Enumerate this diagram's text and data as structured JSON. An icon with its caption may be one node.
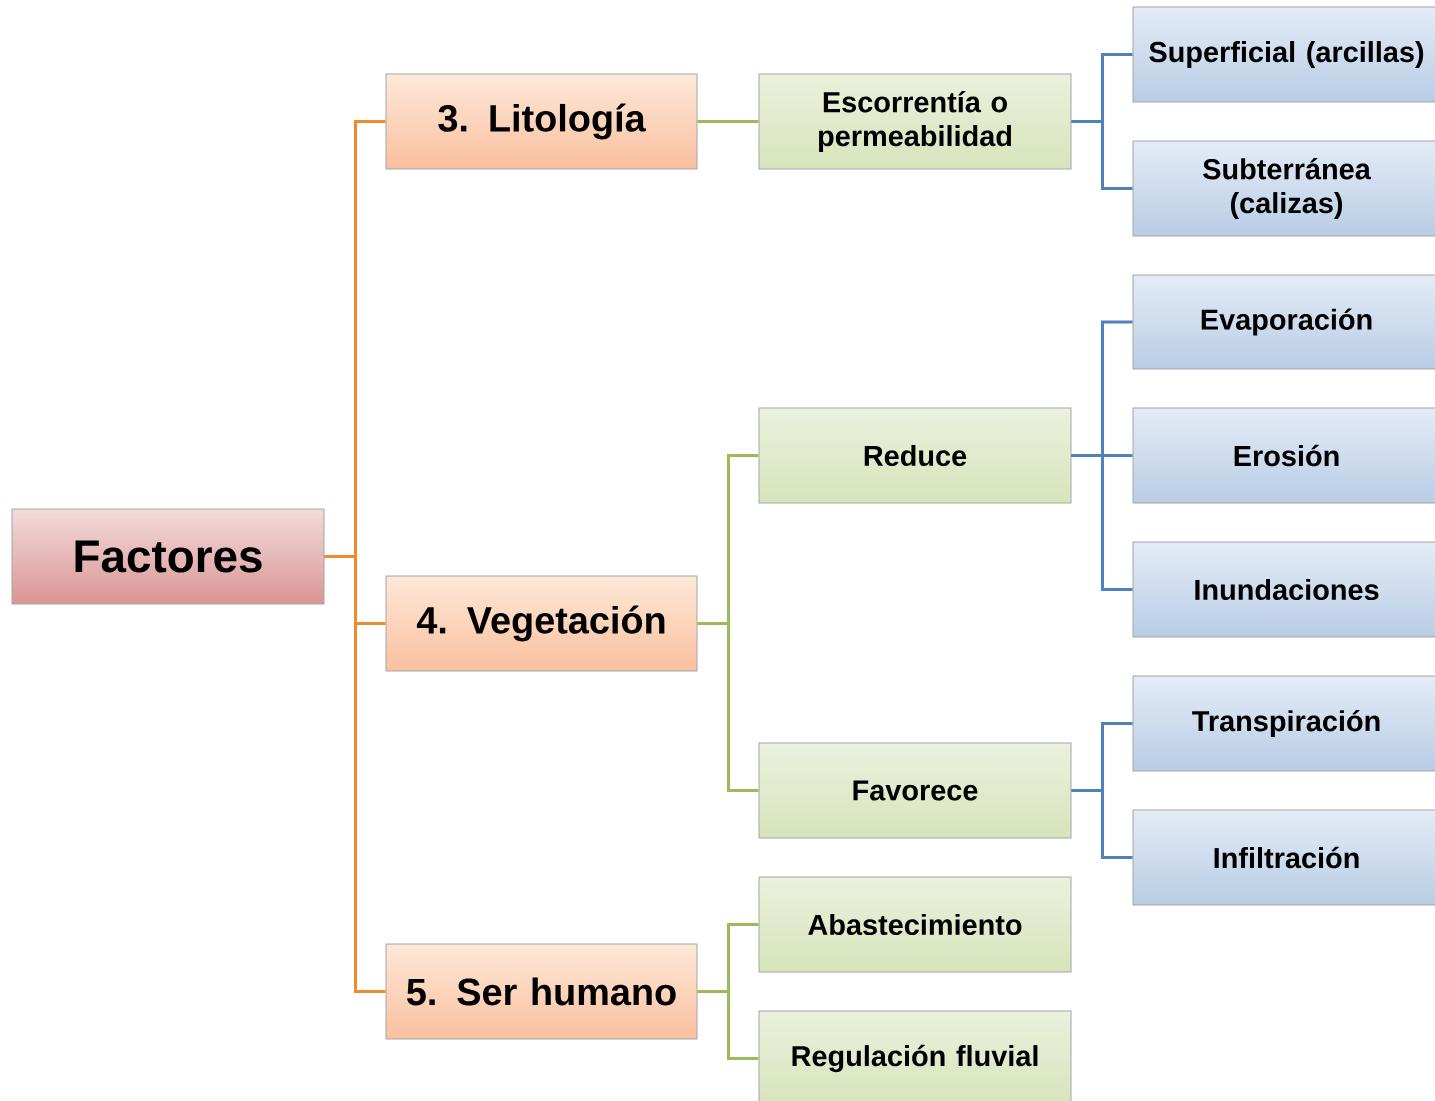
{
  "diagram": {
    "nodes": [
      {
        "text": [
          "Factores"
        ]
      },
      {
        "text": [
          "3. Litología"
        ]
      },
      {
        "text": [
          "Escorrentía o permeabilidad"
        ]
      },
      {
        "text": [
          "Superficial (arcillas)"
        ]
      },
      {
        "text": [
          "Subterránea (calizas)"
        ]
      },
      {
        "text": [
          "4. Vegetación"
        ]
      },
      {
        "text": [
          "Reduce"
        ]
      },
      {
        "text": [
          "Evaporación"
        ]
      },
      {
        "text": [
          "Erosión"
        ]
      },
      {
        "text": [
          "Inundaciones"
        ]
      },
      {
        "text": [
          "Favorece"
        ]
      },
      {
        "text": [
          "Transpiración"
        ]
      },
      {
        "text": [
          "Infiltración"
        ]
      },
      {
        "text": [
          "5. Ser humano"
        ]
      },
      {
        "text": [
          "Abastecimiento"
        ]
      },
      {
        "text": [
          "Regulación fluvial"
        ]
      }
    ],
    "edges": [
      {
        "from": 0,
        "to": 1,
        "arrow": "none",
        "color": "#f08a2c"
      },
      {
        "from": 0,
        "to": 5,
        "arrow": "none",
        "color": "#f08a2c"
      },
      {
        "from": 0,
        "to": 13,
        "arrow": "none",
        "color": "#f08a2c"
      },
      {
        "from": 1,
        "to": 2,
        "arrow": "none",
        "color": "#9bbb59"
      },
      {
        "from": 2,
        "to": 3,
        "arrow": "none"
      },
      {
        "from": 2,
        "to": 4,
        "arrow": "none"
      },
      {
        "from": 5,
        "to": 6,
        "arrow": "none",
        "color": "#9bbb59"
      },
      {
        "from": 5,
        "to": 10,
        "arrow": "none",
        "color": "#9bbb59"
      },
      {
        "from": 6,
        "to": 7,
        "arrow": "none"
      },
      {
        "from": 6,
        "to": 8,
        "arrow": "none"
      },
      {
        "from": 6,
        "to": 9,
        "arrow": "none"
      },
      {
        "from": 10,
        "to": 11,
        "arrow": "none"
      },
      {
        "from": 10,
        "to": 12,
        "arrow": "none"
      },
      {
        "from": 13,
        "to": 14,
        "arrow": "none",
        "color": "#9bbb59"
      },
      {
        "from": 13,
        "to": 15,
        "arrow": "none",
        "color": "#9bbb59"
      }
    ]
  }
}
